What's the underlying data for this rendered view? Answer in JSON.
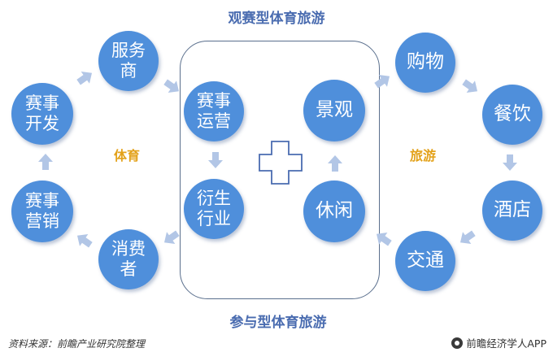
{
  "titles": {
    "top": "观赛型体育旅游",
    "bottom": "参与型体育旅游"
  },
  "side_labels": {
    "left": "体育",
    "right": "旅游"
  },
  "nodes": {
    "service_provider": "服务\n商",
    "event_development": "赛事\n开发",
    "event_marketing": "赛事\n营销",
    "consumer": "消费\n者",
    "event_operation": "赛事\n运营",
    "derived_industry": "衍生\n行业",
    "scenery": "景观",
    "leisure": "休闲",
    "shopping": "购物",
    "dining": "餐饮",
    "hotel": "酒店",
    "transport": "交通"
  },
  "footer": {
    "source": "资料来源：前瞻产业研究院整理",
    "brand": "前瞻经济学人APP"
  },
  "colors": {
    "node": "#4f8fdb",
    "arrow": "#b2c6e6",
    "frame": "#5a6f8d",
    "title": "#4a6cb0",
    "side_label": "#e3a21b"
  }
}
